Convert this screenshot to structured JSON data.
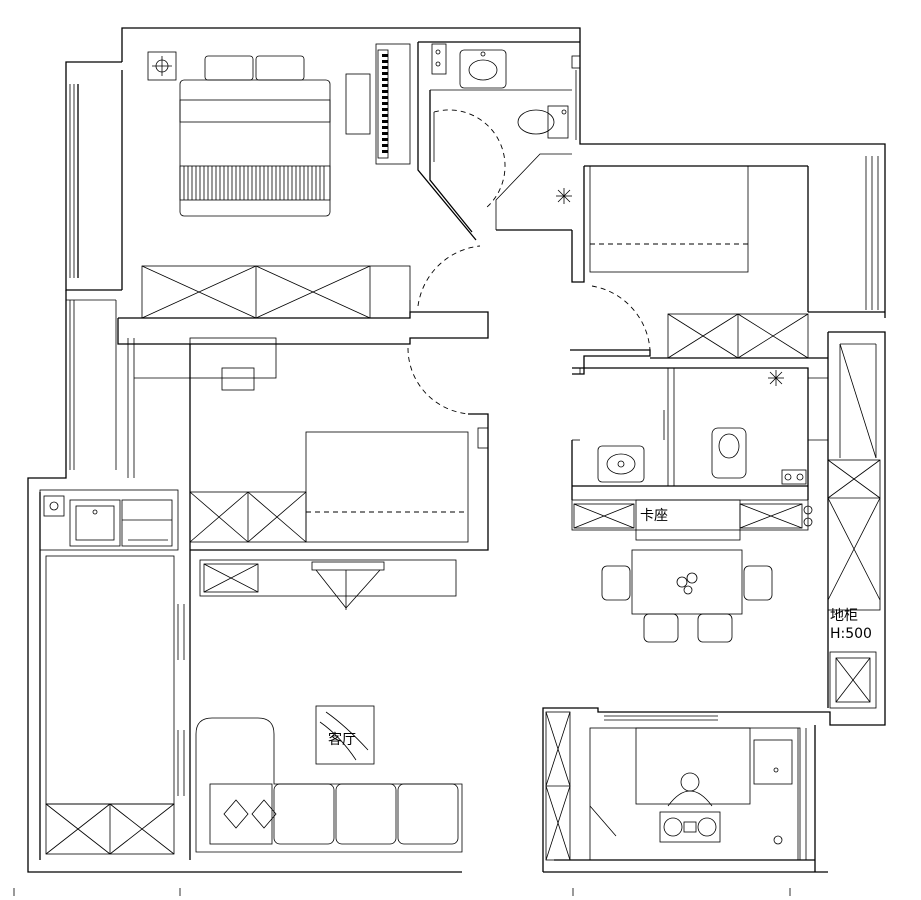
{
  "labels": {
    "booth_seat": "卡座",
    "floor_cabinet": "地柜",
    "floor_cabinet_height": "H:500",
    "living_room": "客厅"
  }
}
